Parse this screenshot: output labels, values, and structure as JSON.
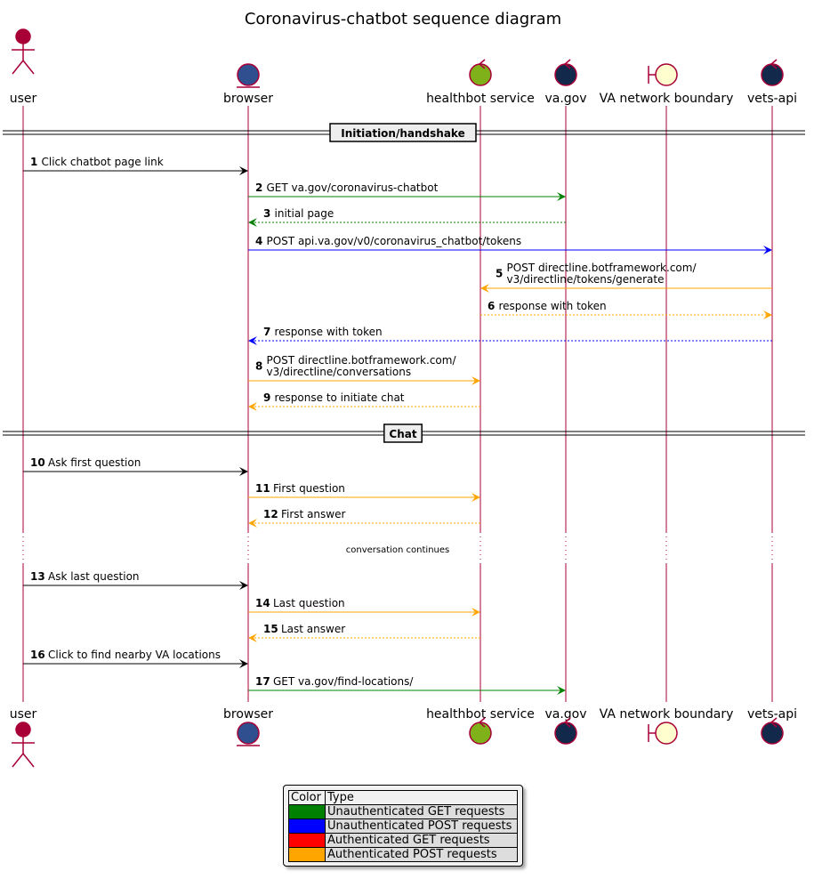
{
  "title": "Coronavirus-chatbot sequence diagram",
  "participants": [
    {
      "id": "user",
      "name": "user",
      "shape": "actor",
      "fill": "#A80036"
    },
    {
      "id": "browser",
      "name": "browser",
      "shape": "entity",
      "fill": "#2F4F8F"
    },
    {
      "id": "healthbot",
      "name": "healthbot service",
      "shape": "control",
      "fill": "#7FB21A"
    },
    {
      "id": "vagov",
      "name": "va.gov",
      "shape": "control",
      "fill": "#13294B"
    },
    {
      "id": "boundary",
      "name": "VA network boundary",
      "shape": "boundary",
      "fill": "#FEFECE"
    },
    {
      "id": "vetsapi",
      "name": "vets-api",
      "shape": "control",
      "fill": "#13294B"
    }
  ],
  "dividers": [
    {
      "label": "Initiation/handshake"
    },
    {
      "label": "Chat"
    }
  ],
  "delay": {
    "label": "conversation continues"
  },
  "messages": [
    {
      "num": "1",
      "from": "user",
      "to": "browser",
      "lines": [
        "Click chatbot page link"
      ],
      "color": "#000000",
      "dashed": false
    },
    {
      "num": "2",
      "from": "browser",
      "to": "vagov",
      "lines": [
        "GET va.gov/coronavirus-chatbot"
      ],
      "color": "#008000",
      "dashed": false
    },
    {
      "num": "3",
      "from": "vagov",
      "to": "browser",
      "lines": [
        "initial page"
      ],
      "color": "#008000",
      "dashed": true
    },
    {
      "num": "4",
      "from": "browser",
      "to": "vetsapi",
      "lines": [
        "POST api.va.gov/v0/coronavirus_chatbot/tokens"
      ],
      "color": "#0000FF",
      "dashed": false
    },
    {
      "num": "5",
      "from": "vetsapi",
      "to": "healthbot",
      "lines": [
        "POST directline.botframework.com/",
        "v3/directline/tokens/generate"
      ],
      "color": "#FFA500",
      "dashed": false
    },
    {
      "num": "6",
      "from": "healthbot",
      "to": "vetsapi",
      "lines": [
        "response with token"
      ],
      "color": "#FFA500",
      "dashed": true
    },
    {
      "num": "7",
      "from": "vetsapi",
      "to": "browser",
      "lines": [
        "response with token"
      ],
      "color": "#0000FF",
      "dashed": true
    },
    {
      "num": "8",
      "from": "browser",
      "to": "healthbot",
      "lines": [
        "POST directline.botframework.com/",
        "v3/directline/conversations"
      ],
      "color": "#FFA500",
      "dashed": false
    },
    {
      "num": "9",
      "from": "healthbot",
      "to": "browser",
      "lines": [
        "response to initiate chat"
      ],
      "color": "#FFA500",
      "dashed": true
    },
    {
      "num": "10",
      "from": "user",
      "to": "browser",
      "lines": [
        "Ask first question"
      ],
      "color": "#000000",
      "dashed": false
    },
    {
      "num": "11",
      "from": "browser",
      "to": "healthbot",
      "lines": [
        "First question"
      ],
      "color": "#FFA500",
      "dashed": false
    },
    {
      "num": "12",
      "from": "healthbot",
      "to": "browser",
      "lines": [
        "First answer"
      ],
      "color": "#FFA500",
      "dashed": true
    },
    {
      "num": "13",
      "from": "user",
      "to": "browser",
      "lines": [
        "Ask last question"
      ],
      "color": "#000000",
      "dashed": false
    },
    {
      "num": "14",
      "from": "browser",
      "to": "healthbot",
      "lines": [
        "Last question"
      ],
      "color": "#FFA500",
      "dashed": false
    },
    {
      "num": "15",
      "from": "healthbot",
      "to": "browser",
      "lines": [
        "Last answer"
      ],
      "color": "#FFA500",
      "dashed": true
    },
    {
      "num": "16",
      "from": "user",
      "to": "browser",
      "lines": [
        "Click to find nearby VA locations"
      ],
      "color": "#000000",
      "dashed": false
    },
    {
      "num": "17",
      "from": "browser",
      "to": "vagov",
      "lines": [
        "GET va.gov/find-locations/"
      ],
      "color": "#008000",
      "dashed": false
    }
  ],
  "legend": {
    "header": {
      "color": "Color",
      "type": "Type"
    },
    "rows": [
      {
        "color": "#008000",
        "label": "Unauthenticated GET requests"
      },
      {
        "color": "#0000FF",
        "label": "Unauthenticated POST requests"
      },
      {
        "color": "#FF0000",
        "label": "Authenticated GET requests"
      },
      {
        "color": "#FFA500",
        "label": "Authenticated POST requests"
      }
    ]
  }
}
